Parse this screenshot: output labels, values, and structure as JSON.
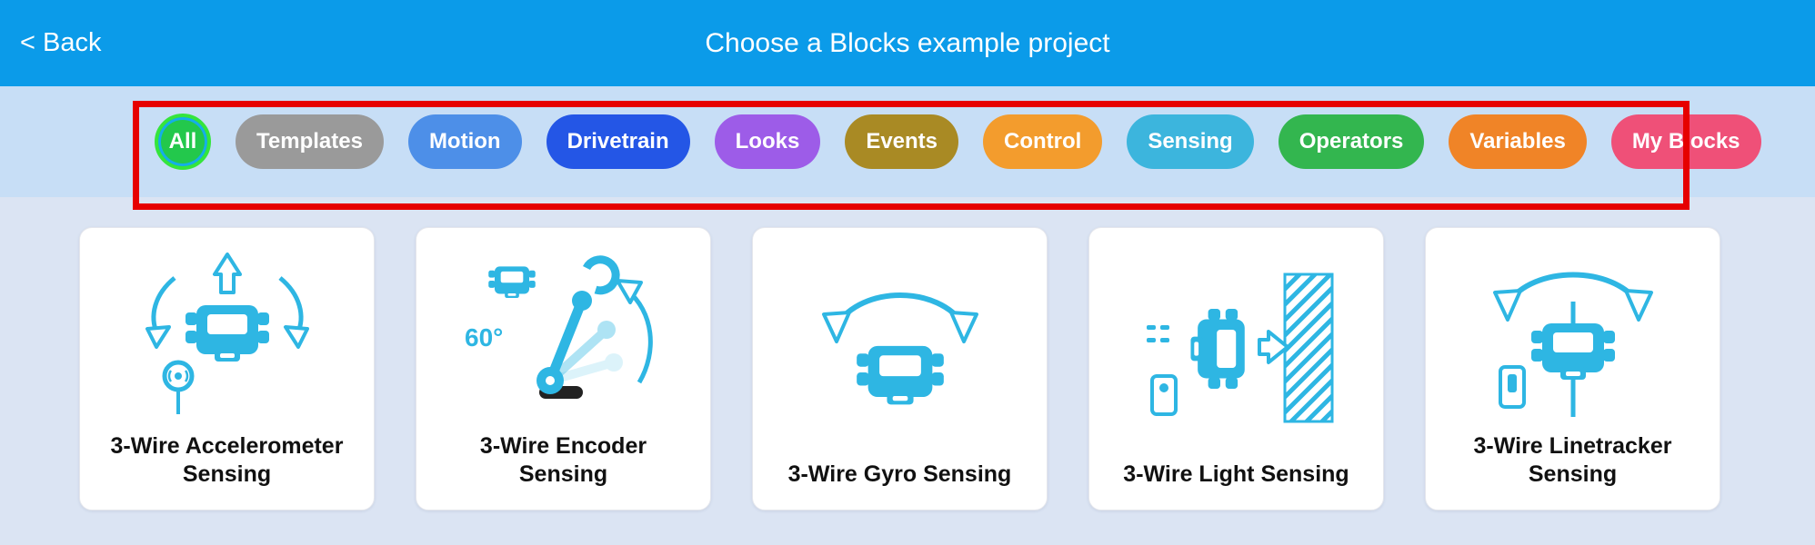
{
  "header": {
    "back_label": "< Back",
    "title": "Choose a Blocks example project",
    "bar_color": "#0b9be9"
  },
  "filter_bar": {
    "band_color": "#c7def6",
    "highlight_color": "#e60000",
    "items": [
      {
        "label": "All",
        "color": "#23c84c"
      },
      {
        "label": "Templates",
        "color": "#9a9a9a"
      },
      {
        "label": "Motion",
        "color": "#4d8fe8"
      },
      {
        "label": "Drivetrain",
        "color": "#2456e6"
      },
      {
        "label": "Looks",
        "color": "#9d5ce8"
      },
      {
        "label": "Events",
        "color": "#a98a24"
      },
      {
        "label": "Control",
        "color": "#f39c2d"
      },
      {
        "label": "Sensing",
        "color": "#3cb5dd"
      },
      {
        "label": "Operators",
        "color": "#33b64f"
      },
      {
        "label": "Variables",
        "color": "#f08427"
      },
      {
        "label": "My Blocks",
        "color": "#ef5078"
      }
    ]
  },
  "cards": [
    {
      "title": "3-Wire Accelerometer Sensing",
      "icon": "accelerometer-icon"
    },
    {
      "title": "3-Wire Encoder Sensing",
      "icon": "encoder-icon"
    },
    {
      "title": "3-Wire Gyro Sensing",
      "icon": "gyro-icon"
    },
    {
      "title": "3-Wire Light Sensing",
      "icon": "light-icon"
    },
    {
      "title": "3-Wire Linetracker Sensing",
      "icon": "linetracker-icon"
    }
  ],
  "icon_color": "#2eb6e3"
}
